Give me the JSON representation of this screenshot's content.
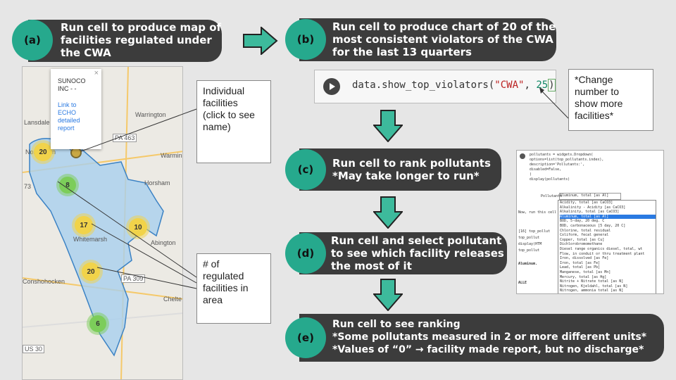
{
  "steps": {
    "a": {
      "badge": "(a)",
      "text": "Run cell to produce map of\nfacilities regulated under\nthe CWA"
    },
    "b": {
      "badge": "(b)",
      "text": "Run cell to produce chart of 20 of the\nmost consistent violators of the CWA\nfor the last 13 quarters"
    },
    "c": {
      "badge": "(c)",
      "text": "Run cell to rank pollutants\n*May take longer to run*"
    },
    "d": {
      "badge": "(d)",
      "text": "Run cell and select pollutant\nto see which facility releases\nthe most of it"
    },
    "e": {
      "badge": "(e)",
      "text": "Run cell to see ranking\n*Some pollutants measured in 2 or more different units*\n*Values of “0” → facility made report, but no discharge*"
    }
  },
  "code": {
    "fn": "data.show_top_violators(",
    "arg1": "\"CWA\"",
    "sep": ", ",
    "arg2": "25",
    "close": ")"
  },
  "notes": {
    "change": "*Change\nnumber to\nshow more\nfacilities*",
    "individual": "Individual\nfacilities\n(click to see\nname)",
    "regulated": "# of\nregulated\nfacilities in\narea"
  },
  "map": {
    "popup": {
      "name": "SUNOCO\nINC - -",
      "link": "Link to\nECHO\ndetailed\nreport",
      "close": "×"
    },
    "labels": [
      "Lansdale",
      "Warrington",
      "PA 463",
      "Warmin",
      "Norristown",
      "Horsham",
      "Whitemarsh",
      "Abington",
      "PA 309",
      "Conshohocken",
      "Chelte",
      "US 30",
      "73"
    ],
    "clusters": [
      {
        "count": "20",
        "color": "#f1d34a"
      },
      {
        "count": "8",
        "color": "#7ccd5a"
      },
      {
        "count": "17",
        "color": "#f1d34a"
      },
      {
        "count": "10",
        "color": "#f1d34a"
      },
      {
        "count": "20",
        "color": "#f1d34a"
      },
      {
        "count": "6",
        "color": "#7ccd5a"
      }
    ]
  },
  "widget": {
    "code_lines": [
      "pollutants = widgets.Dropdown(",
      "    options=list(top_pollutants.index),",
      "    description='Pollutants:',",
      "    disabled=False,",
      ")",
      "display(pollutants)"
    ],
    "label": "Pollutants",
    "selected": "Aluminum, total [as Al]",
    "options": [
      "Acidity, total [as CaCO3]",
      "Alkalinity - Acidity [as CaCO3]",
      "Alkalinity, total [as CaCO3]",
      "Aluminum, total [as Al]",
      "BOD, 5-day, 20 deg. C",
      "BOD, carbonaceous [5 day, 20 C]",
      "Chlorine, total residual",
      "Coliform, fecal general",
      "Copper, total [as Cu]",
      "Dichlorobromomethane",
      "Diesel range organics diesel, total, wt",
      "Flow, in conduit or thru treatment plant",
      "Iron, dissolved [as Fe]",
      "Iron, total [as Fe]",
      "Lead, total [as Pb]",
      "Manganese, total [as Mn]",
      "Mercury, total [as Hg]",
      "Nitrite + Nitrate total [as N]",
      "Nitrogen, Kjeldahl, total [as N]",
      "Nitrogen, ammonia total [as N]"
    ],
    "side_lines": [
      "Now, run this cell",
      "[16] top_pollut",
      "top_pollut",
      "display(HTM",
      "top_pollut",
      "Aluminum.",
      "ALLE"
    ]
  },
  "colors": {
    "accent": "#26a98d",
    "panel": "#3c3c3c",
    "background": "#e6e6e6"
  }
}
